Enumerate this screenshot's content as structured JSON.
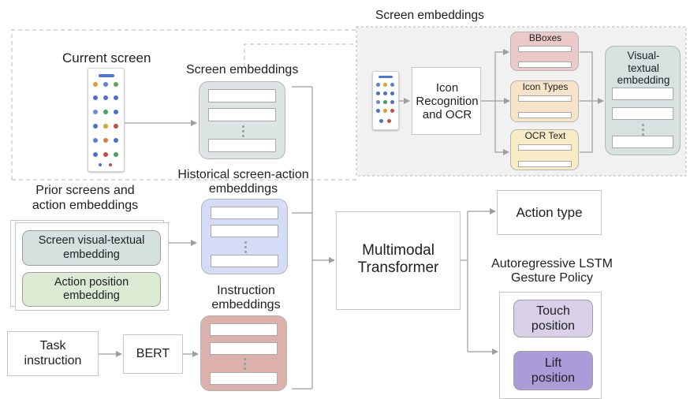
{
  "diagram": {
    "screen_panel": {
      "title": "Screen embeddings",
      "ocr_step": "Icon\nRecognition\nand OCR",
      "bboxes": "BBoxes",
      "icon_types": "Icon Types",
      "ocr_text": "OCR Text",
      "visual_textual": "Visual-\ntextual\nembedding"
    },
    "current_screen": "Current screen",
    "screen_embeddings": "Screen embeddings",
    "prior_screens": "Prior screens and\naction embeddings",
    "screen_visual_textual": "Screen visual-textual\nembedding",
    "action_position": "Action position\nembedding",
    "historical_embeddings": "Historical screen-action\nembeddings",
    "instruction_embeddings": "Instruction\nembeddings",
    "task_instruction": "Task\ninstruction",
    "bert": "BERT",
    "transformer": "Multimodal\nTransformer",
    "action_type": "Action type",
    "gesture_policy": "Autoregressive LSTM\nGesture Policy",
    "touch_position": "Touch\nposition",
    "lift_position": "Lift\nposition",
    "colors": {
      "screen_embedding_fill": "#dde5e4",
      "historical_fill": "#d5dcf7",
      "instruction_fill": "#dcb1ab",
      "bboxes_fill": "#ecc9c9",
      "icon_types_fill": "#f7e3c8",
      "ocr_text_fill": "#f8ecc6",
      "visual_textual_fill": "#d6e1e0",
      "visual_textual_pill": "#d3e0de",
      "action_pill": "#dbead2",
      "touch_fill": "#d8d0e9",
      "lift_fill": "#ab9cd9",
      "panel_fill": "#f1f1f1"
    }
  }
}
